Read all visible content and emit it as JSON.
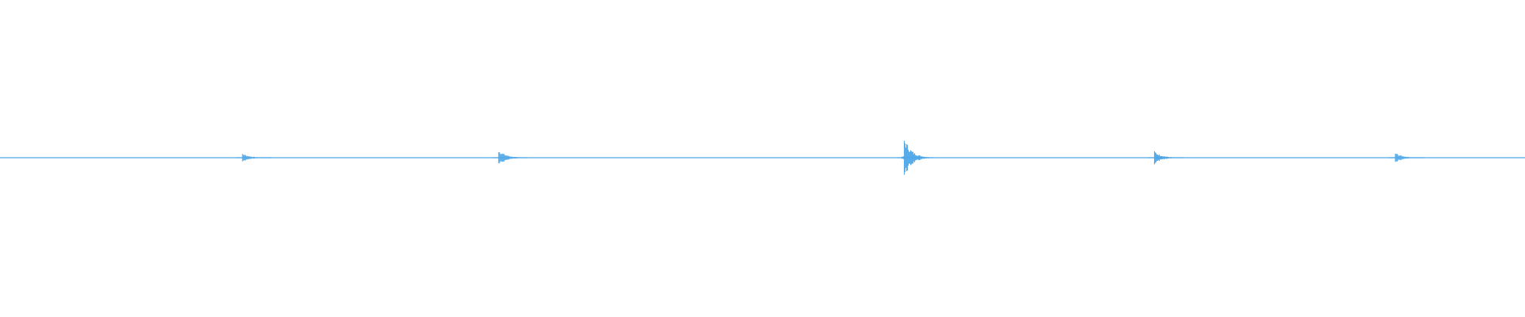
{
  "waveform": {
    "color": "#4ea7e8",
    "baseline_amplitude": 0.0,
    "peaks": [
      {
        "time_fraction": 0.159,
        "amplitude": 0.12
      },
      {
        "time_fraction": 0.327,
        "amplitude": 0.22
      },
      {
        "time_fraction": 0.593,
        "amplitude": 0.55
      },
      {
        "time_fraction": 0.757,
        "amplitude": 0.18
      },
      {
        "time_fraction": 0.915,
        "amplitude": 0.14
      }
    ]
  }
}
